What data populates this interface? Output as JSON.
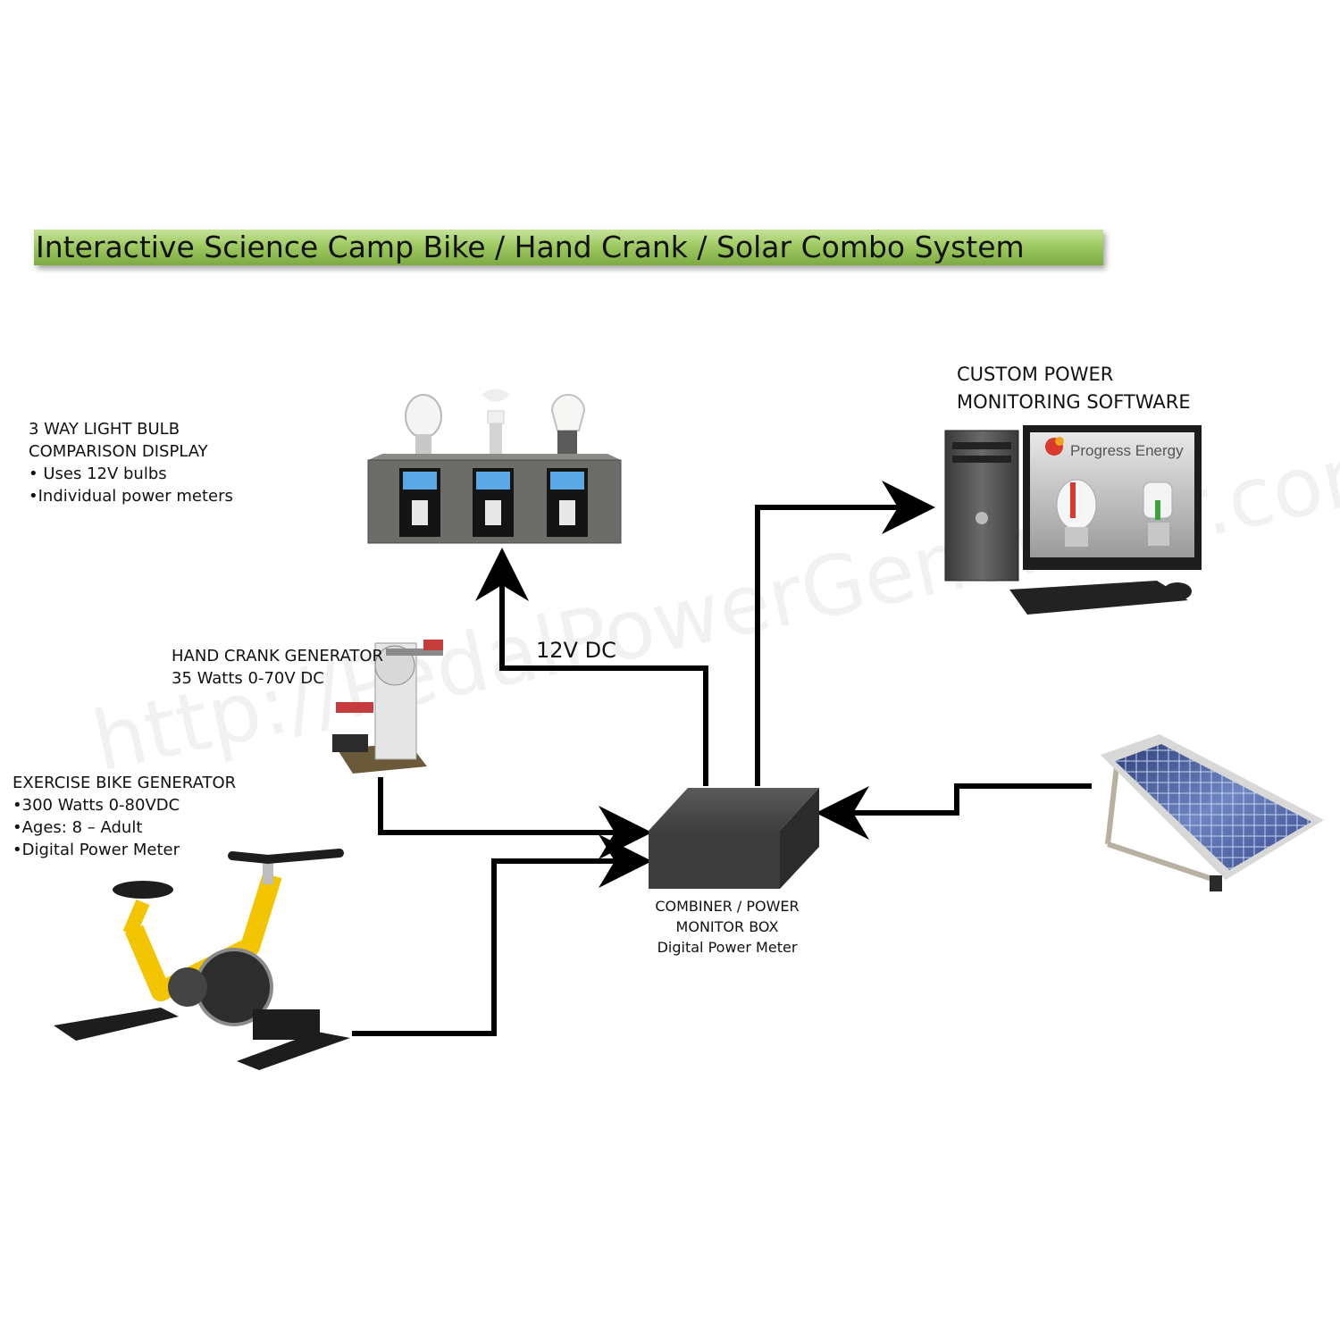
{
  "title": "Interactive Science Camp Bike / Hand Crank / Solar Combo System",
  "watermark": "http://PedalPowerGenerator.com",
  "nodes": {
    "light_display": {
      "lines": [
        "3 WAY LIGHT BULB",
        "COMPARISON  DISPLAY",
        " • Uses 12V bulbs",
        " •Individual power meters"
      ]
    },
    "software": {
      "lines": [
        "CUSTOM POWER",
        "MONITORING SOFTWARE"
      ],
      "screen_brand": "Progress Energy"
    },
    "hand_crank": {
      "lines": [
        "HAND CRANK GENERATOR",
        "35 Watts 0-70V DC"
      ]
    },
    "exercise_bike": {
      "lines": [
        "EXERCISE BIKE GENERATOR",
        " •300 Watts  0-80VDC",
        " •Ages: 8 – Adult",
        " •Digital Power Meter"
      ]
    },
    "combiner": {
      "lines": [
        "COMBINER / POWER",
        "MONITOR BOX",
        "Digital Power Meter"
      ]
    }
  },
  "edges": {
    "combiner_to_lights": {
      "label": "12V DC"
    }
  },
  "colors": {
    "banner": "#9fca62",
    "wire": "#000000",
    "box": "#3b3b3b",
    "bike_frame": "#f2c500"
  }
}
